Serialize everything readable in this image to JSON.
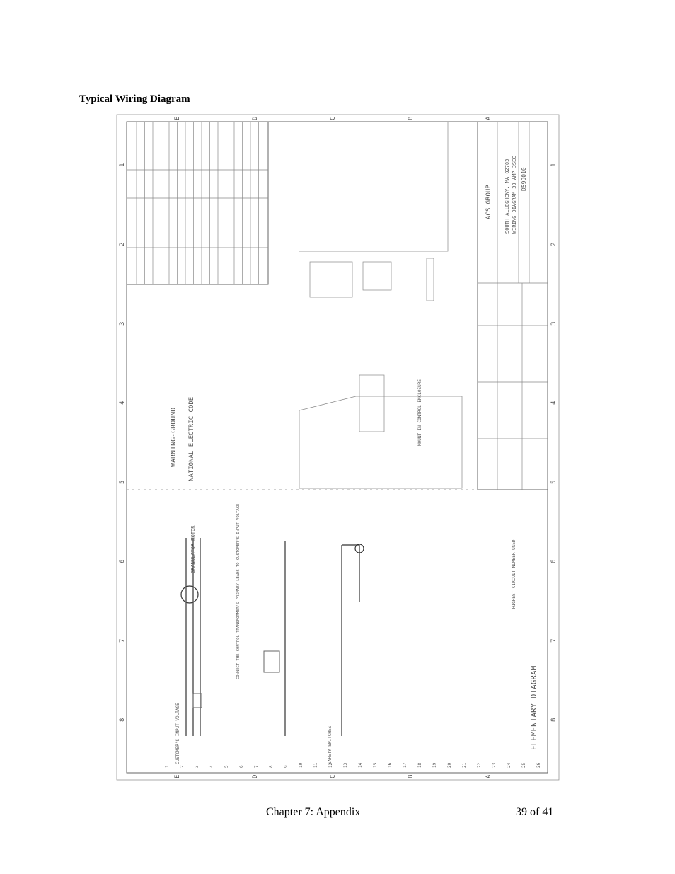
{
  "page": {
    "heading": "Typical Wiring Diagram",
    "footer_chapter": "Chapter 7: Appendix",
    "footer_page": "39 of 41"
  },
  "drawing": {
    "zone_numbers": [
      "8",
      "7",
      "6",
      "5",
      "4",
      "3",
      "2",
      "1"
    ],
    "zone_letters": [
      "E",
      "D",
      "C",
      "B",
      "A"
    ],
    "line_numbers": [
      "1",
      "2",
      "3",
      "4",
      "5",
      "6",
      "7",
      "8",
      "9",
      "10",
      "11",
      "12",
      "13",
      "14",
      "15",
      "16",
      "17",
      "18",
      "19",
      "20",
      "21",
      "22",
      "23",
      "24",
      "25",
      "26"
    ],
    "title_block": {
      "company": "ACS GROUP",
      "address": "SOUTH ALLEGHENY, MA 02703",
      "title": "WIRING DIAGRAM 30 AMP 3SEC",
      "drawing_number": "D599010"
    },
    "section_title": "ELEMENTARY DIAGRAM",
    "warning_text": "WARNING-GROUND",
    "code_text": "NATIONAL ELECTRIC CODE",
    "motor_label": "GRANULATOR MOTOR",
    "input_voltage": "CUSTOMER'S INPUT VOLTAGE",
    "safety_switches": "SAFETY SWITCHES",
    "control_note": "CONNECT THE CONTROL TRANSFORMER'S PRIMARY LEADS TO CUSTOMER'S INPUT VOLTAGE",
    "mount_note": "MOUNT IN CONTROL ENCLOSURE",
    "highest_circuit": "HIGHEST CIRCUIT NUMBER USED"
  }
}
